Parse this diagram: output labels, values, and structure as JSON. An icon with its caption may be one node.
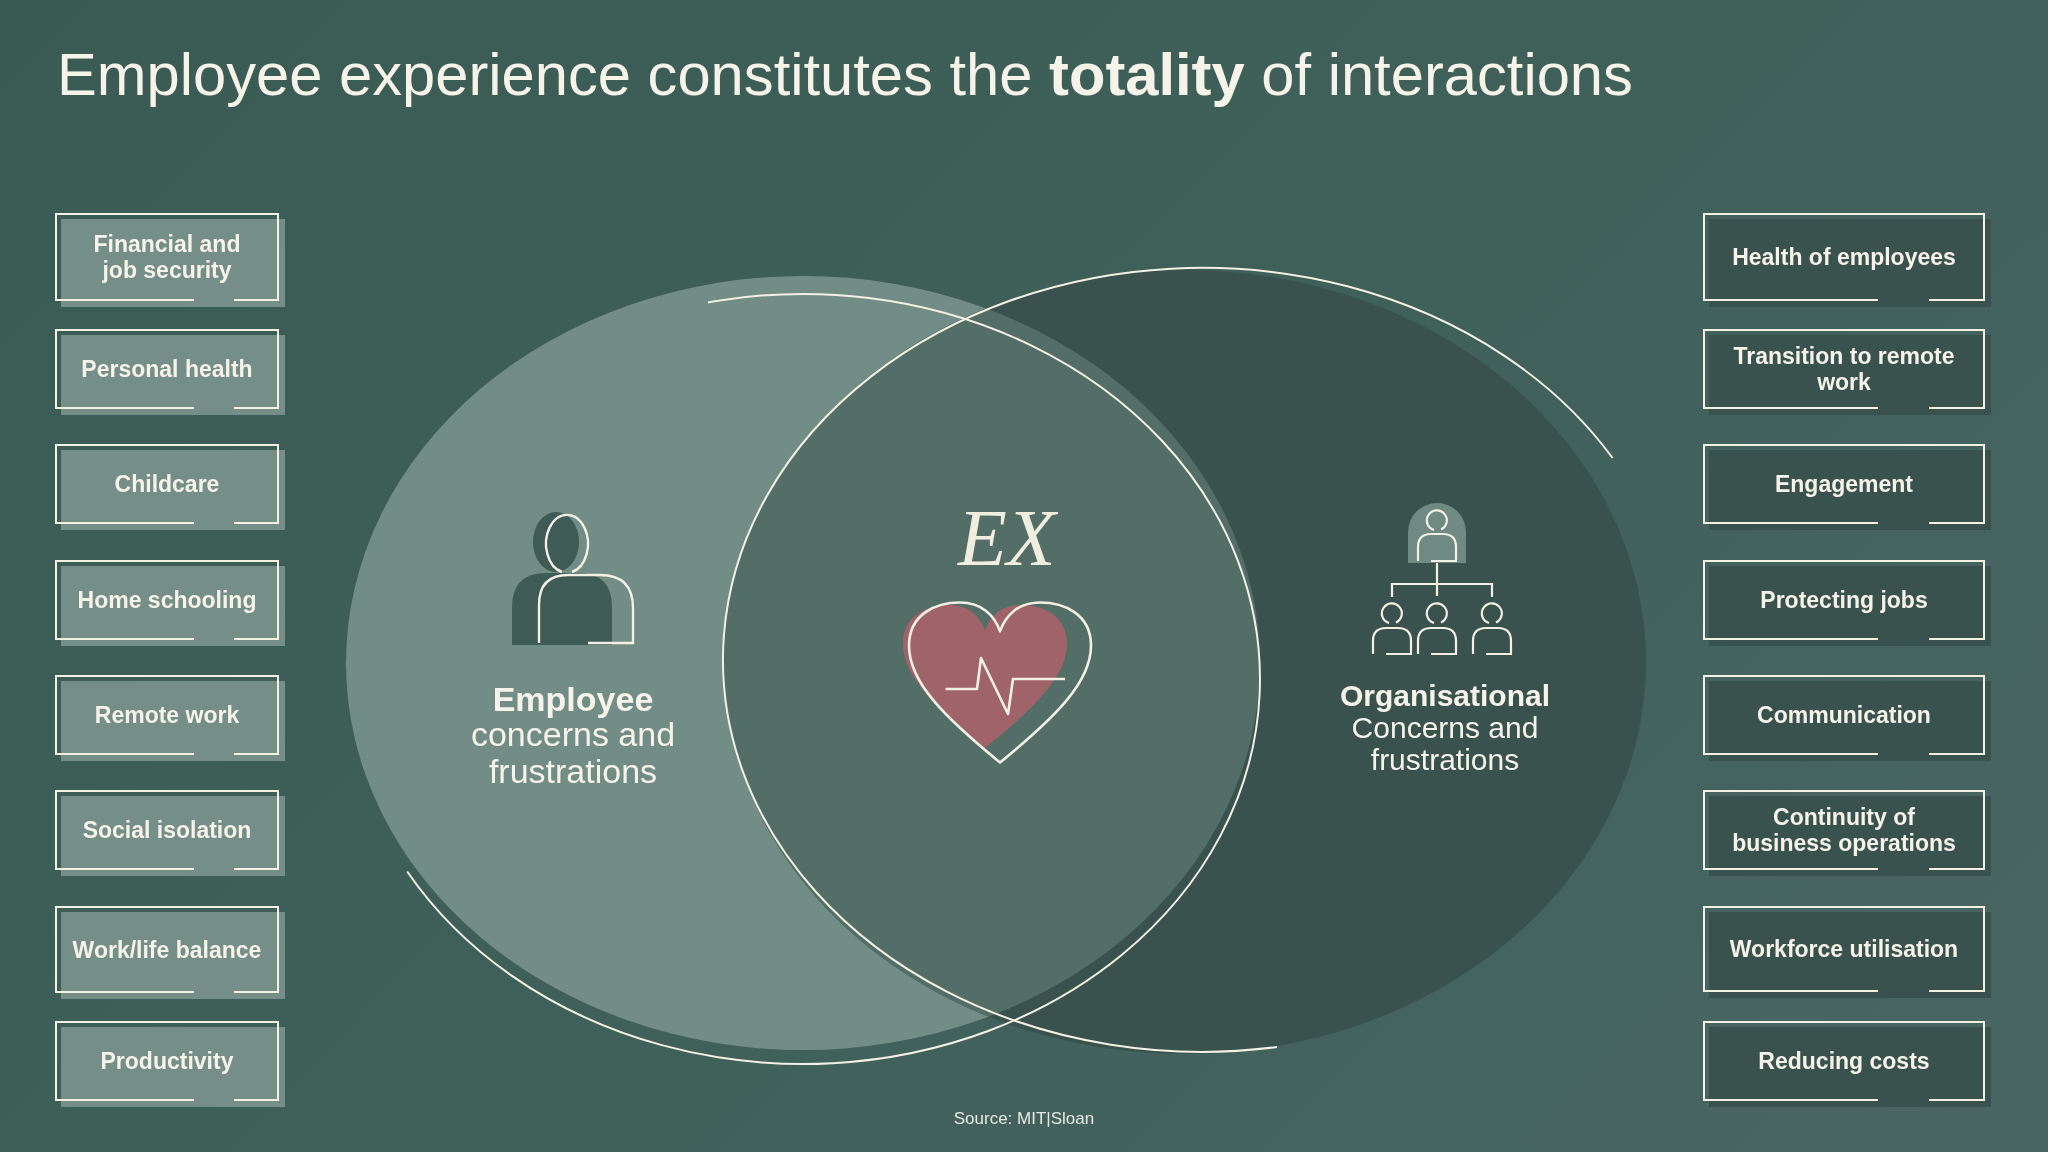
{
  "diagram": {
    "title": "Employee experience constitutes the **totality** of interactions",
    "nodes": [
      {
        "text": [
          "Financial and job security"
        ]
      },
      {
        "text": [
          "Personal health"
        ]
      },
      {
        "text": [
          "Childcare"
        ]
      },
      {
        "text": [
          "Home schooling"
        ]
      },
      {
        "text": [
          "Remote work"
        ]
      },
      {
        "text": [
          "Social isolation"
        ]
      },
      {
        "text": [
          "Work/life balance"
        ]
      },
      {
        "text": [
          "Productivity"
        ]
      },
      {
        "text": [
          "Employee",
          "concerns and frustrations"
        ]
      },
      {
        "text": [
          "Organisational",
          "Concerns and frustrations"
        ]
      },
      {
        "text": [
          "Health of employees"
        ]
      },
      {
        "text": [
          "Transition to remote work"
        ]
      },
      {
        "text": [
          "Engagement"
        ]
      },
      {
        "text": [
          "Protecting jobs"
        ]
      },
      {
        "text": [
          "Communication"
        ]
      },
      {
        "text": [
          "Continuity of business operations"
        ]
      },
      {
        "text": [
          "Workforce utilisation"
        ]
      },
      {
        "text": [
          "Reducing costs"
        ]
      }
    ],
    "labels": [
      "EX",
      "Source: MIT|Sloan"
    ]
  }
}
